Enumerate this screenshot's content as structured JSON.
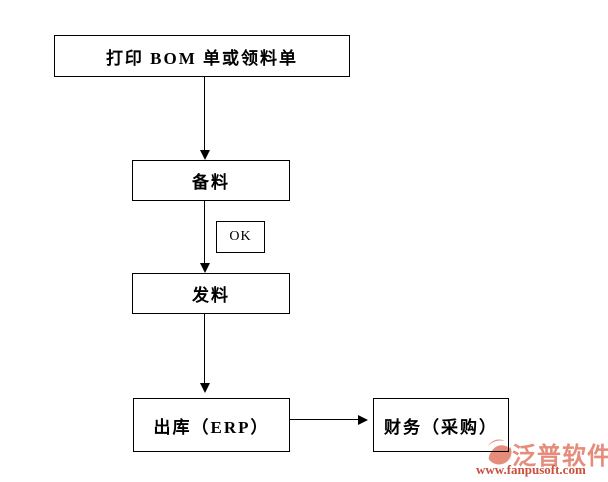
{
  "diagram": {
    "type": "flowchart",
    "background_color": "#ffffff",
    "line_color": "#000000",
    "nodes": {
      "print_bom": {
        "label": "打印 BOM 单或领料单"
      },
      "prepare": {
        "label": "备料"
      },
      "ok_tag": {
        "label": "OK"
      },
      "issue": {
        "label": "发料"
      },
      "outbound": {
        "label": "出库（ERP）"
      },
      "finance": {
        "label": "财务（采购）"
      }
    },
    "edges": [
      {
        "from": "print_bom",
        "to": "prepare",
        "direction": "down"
      },
      {
        "from": "prepare",
        "to": "issue",
        "direction": "down",
        "label_node": "ok_tag"
      },
      {
        "from": "issue",
        "to": "outbound",
        "direction": "down"
      },
      {
        "from": "outbound",
        "to": "finance",
        "direction": "right"
      }
    ]
  },
  "watermark": {
    "logo_icon": "fanpu-logo-icon",
    "brand": "泛普软件",
    "url": "www.fanpusoft.com",
    "brand_color": "#e68c7a",
    "url_color": "#c8503c"
  }
}
